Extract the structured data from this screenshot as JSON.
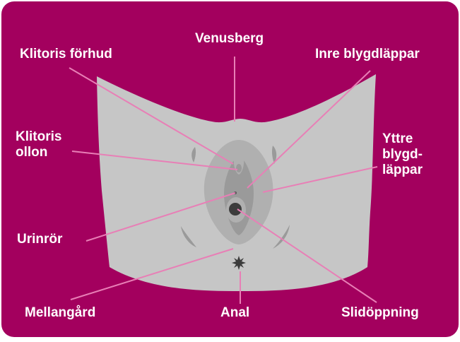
{
  "colors": {
    "background": "#a3005e",
    "body": "#c6c6c6",
    "inner_shade": "#9a9a9a",
    "mid_shade": "#b0b0b0",
    "opening": "#3c3c3c",
    "leader_line": "#e87fb6",
    "label_text": "#ffffff"
  },
  "labels": {
    "venusberg": "Venusberg",
    "klitoris_forhud": "Klitoris förhud",
    "inre_blygdlappar": "Inre blygdläppar",
    "klitoris_ollon": [
      "Klitoris",
      "ollon"
    ],
    "yttre_blygdlappar": [
      "Yttre",
      "blygd-",
      "läppar"
    ],
    "urinror": "Urinrör",
    "mellangard": "Mellangård",
    "anal": "Anal",
    "slidoppning": "Slidöppning"
  }
}
